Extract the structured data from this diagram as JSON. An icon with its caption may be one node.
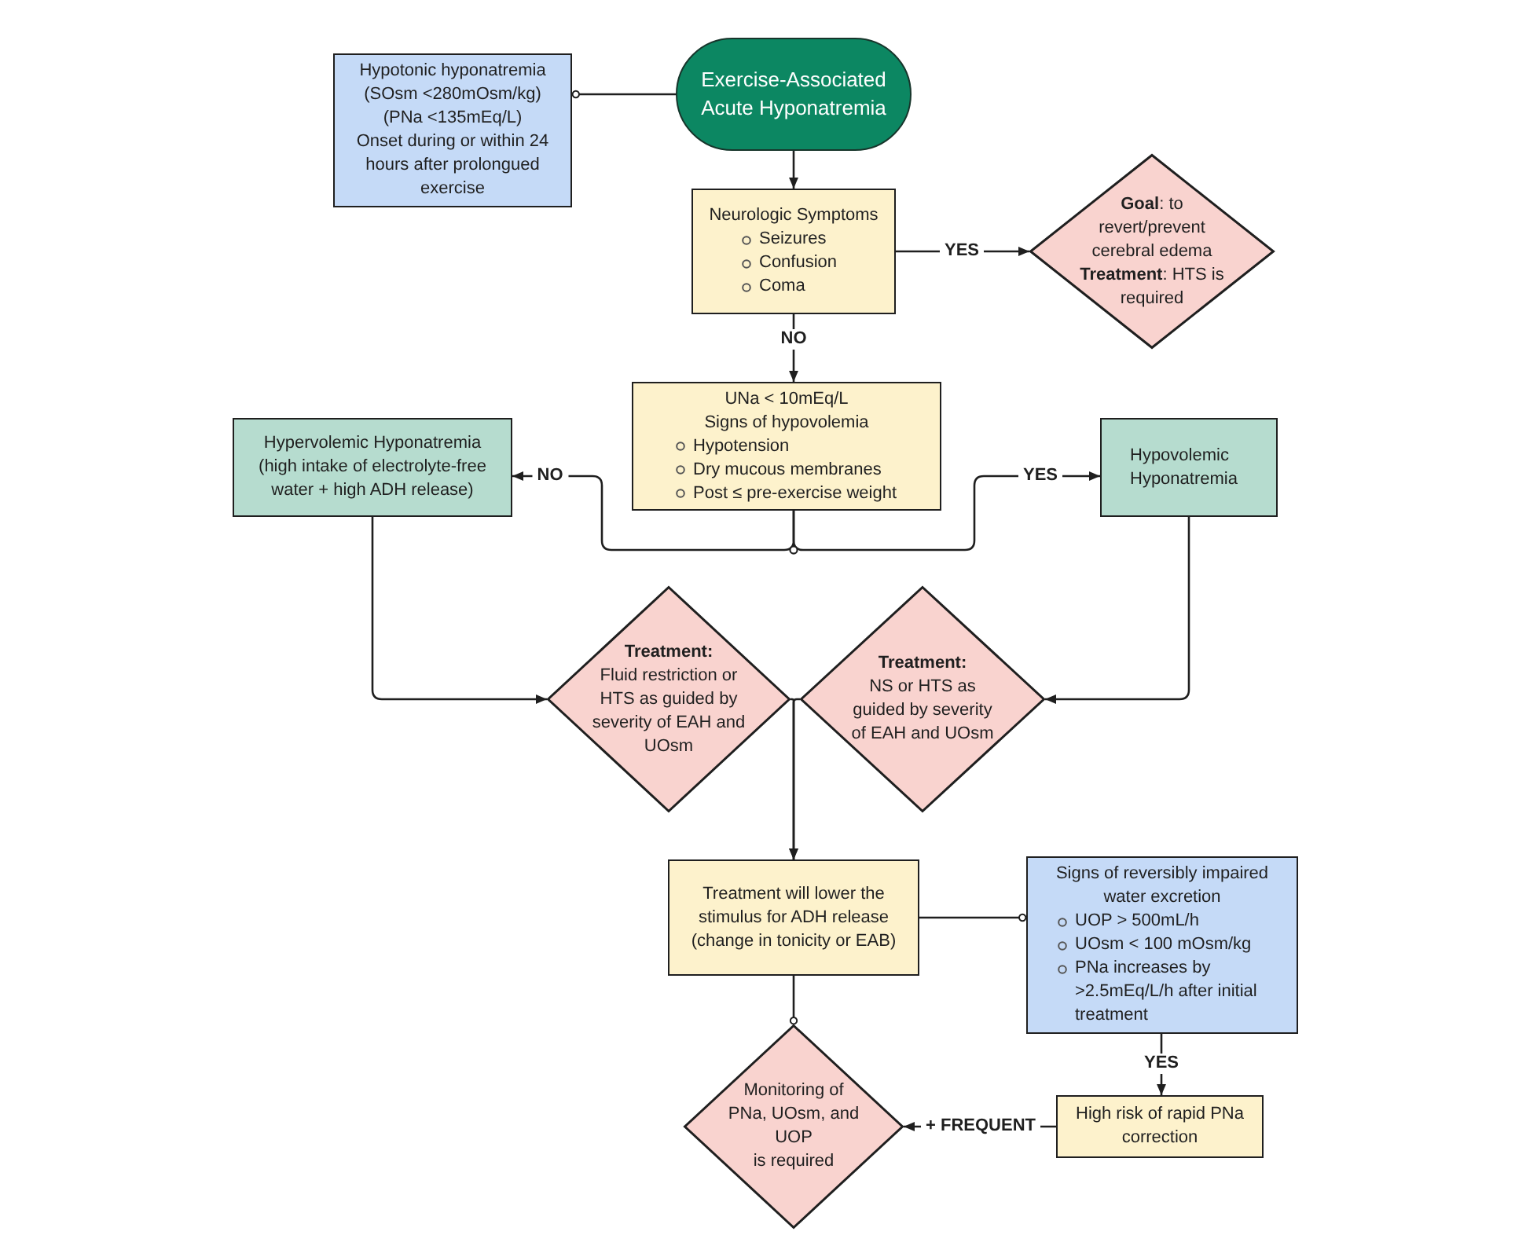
{
  "diagram": {
    "nodes": [
      {
        "text": [
          "Hypotonic hyponatremia",
          "(SOsm <280mOsm/kg)",
          "(PNa <135mEq/L)",
          "Onset during or within 24 hours after prolongued exercise"
        ]
      },
      {
        "text": [
          "Exercise-Associated Acute Hyponatremia"
        ]
      },
      {
        "text": [
          "Neurologic Symptoms",
          "Seizures",
          "Confusion",
          "Coma"
        ]
      },
      {
        "text": [
          "**Goal**: to revert/prevent cerebral edema",
          "**Treatment**: HTS is required"
        ]
      },
      {
        "text": [
          "UNa < 10mEq/L",
          "Signs of hypovolemia",
          "Hypotension",
          "Dry mucous membranes",
          "Post ≤ pre-exercise weight"
        ]
      },
      {
        "text": [
          "Hypervolemic Hyponatremia",
          "(high intake of electrolyte-free water + high ADH release)"
        ]
      },
      {
        "text": [
          "Hypovolemic Hyponatremia"
        ]
      },
      {
        "text": [
          "Treatment:",
          "Fluid restriction or HTS as guided by severity of EAH and UOsm"
        ]
      },
      {
        "text": [
          "Treatment:",
          "NS or HTS as guided by severity of EAH and UOsm"
        ]
      },
      {
        "text": [
          "Treatment will lower the stimulus for ADH release (change in tonicity or EAB)"
        ]
      },
      {
        "text": [
          "Signs of reversibly impaired water excretion",
          "UOP > 500mL/h",
          "UOsm < 100 mOsm/kg",
          "PNa increases by >2.5mEq/L/h after initial treatment"
        ]
      },
      {
        "text": [
          "Monitoring of PNa, UOsm, and UOP",
          "is required"
        ]
      },
      {
        "text": [
          "High risk of rapid PNa correction"
        ]
      }
    ],
    "edges": [
      {
        "from": 1,
        "to": 0,
        "arrow": "other"
      },
      {
        "from": 1,
        "to": 2,
        "arrow": "to"
      },
      {
        "from": 2,
        "to": 3,
        "arrow": "to",
        "label": "YES"
      },
      {
        "from": 2,
        "to": 4,
        "arrow": "to",
        "label": "NO"
      },
      {
        "from": 4,
        "to": 5,
        "arrow": "to",
        "label": "NO"
      },
      {
        "from": 4,
        "to": 6,
        "arrow": "to",
        "label": "YES"
      },
      {
        "from": 5,
        "to": 7,
        "arrow": "to"
      },
      {
        "from": 6,
        "to": 8,
        "arrow": "to"
      },
      {
        "from": 7,
        "to": 9,
        "arrow": "to"
      },
      {
        "from": 8,
        "to": 9,
        "arrow": "to"
      },
      {
        "from": 9,
        "to": 10,
        "arrow": "other"
      },
      {
        "from": 9,
        "to": 11,
        "arrow": "other"
      },
      {
        "from": 10,
        "to": 12,
        "arrow": "to",
        "label": "YES"
      },
      {
        "from": 12,
        "to": 11,
        "arrow": "to",
        "label": "+ FREQUENT"
      }
    ]
  }
}
